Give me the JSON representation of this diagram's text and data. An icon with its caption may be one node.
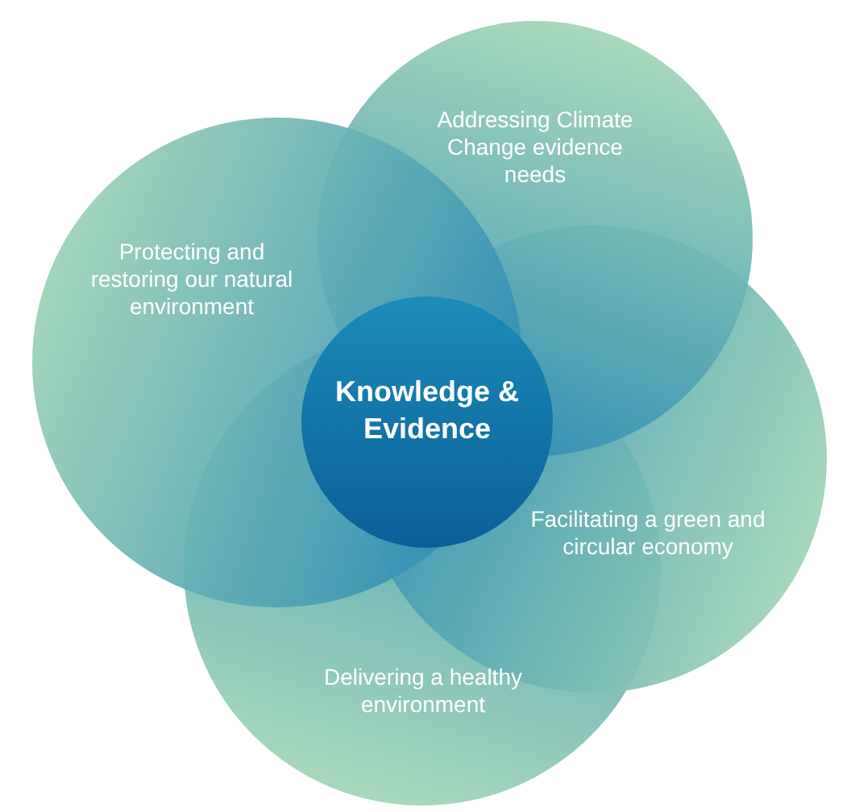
{
  "diagram": {
    "nodes": [
      {
        "text": [
          "Addressing Climate Change evidence needs"
        ]
      },
      {
        "text": [
          "Protecting and restoring our natural environment"
        ]
      },
      {
        "text": [
          "Knowledge & Evidence"
        ]
      },
      {
        "text": [
          "Facilitating a green and circular economy"
        ]
      },
      {
        "text": [
          "Delivering a healthy environment"
        ]
      }
    ]
  }
}
